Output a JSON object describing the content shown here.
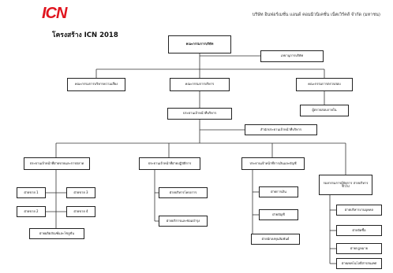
{
  "header": {
    "logo": "ICN",
    "company_name": "บริษัท อินฟอร์เมชั่น แอนด์ คอมมิวนิเคชั่น เน็ตเวิร์คส์ จำกัด (มหาชน)",
    "brand_color": "#e0141e"
  },
  "title": "โครงสร้าง ICN 2018",
  "org_chart": {
    "board": "คณะกรรมการบริษัท",
    "company_secretary": "เลขานุการบริษัท",
    "risk_committee": "คณะกรรมการบริหารความเสี่ยง",
    "executive_committee": "คณะกรรมการบริหาร",
    "audit_committee": "คณะกรรมการตรวจสอบ",
    "internal_audit": "ผู้ตรวจสอบภายใน",
    "ceo": "ประธานเจ้าหน้าที่บริหาร",
    "ceo_office": "สำนักประธานเจ้าหน้าที่บริหาร",
    "marketing_chief": "ประธานเจ้าหน้าที่ฝ่ายขายและการตลาด",
    "sales_1": "ฝ่ายขาย 1",
    "sales_2": "ฝ่ายขาย 2",
    "sales_3": "ฝ่ายขาย 3",
    "sales_4": "ฝ่ายขาย 4",
    "product_dev": "ฝ่ายผลิตภัณฑ์และโซลูชั่น",
    "operations_chief": "ประธานเจ้าหน้าที่ฝ่ายปฏิบัติการ",
    "project_mgmt": "ฝ่ายบริหารโครงการ",
    "service_support": "ฝ่ายบริการและซ่อมบำรุง",
    "finance_chief": "ประธานเจ้าหน้าที่การเงินและบัญชี",
    "finance": "ฝ่ายการเงิน",
    "accounting": "ฝ่ายบัญชี",
    "investor_relations": "ฝ่ายนักลงทุนสัมพันธ์",
    "deputy_admin": "รองกรรมการผู้จัดการ สายบริหารทั่วไป",
    "hr": "ฝ่ายบริหารงานบุคคล",
    "procurement": "ฝ่ายจัดซื้อ",
    "legal": "ฝ่ายกฎหมาย",
    "it": "ฝ่ายเทคโนโลยีสารสนเทศ"
  }
}
